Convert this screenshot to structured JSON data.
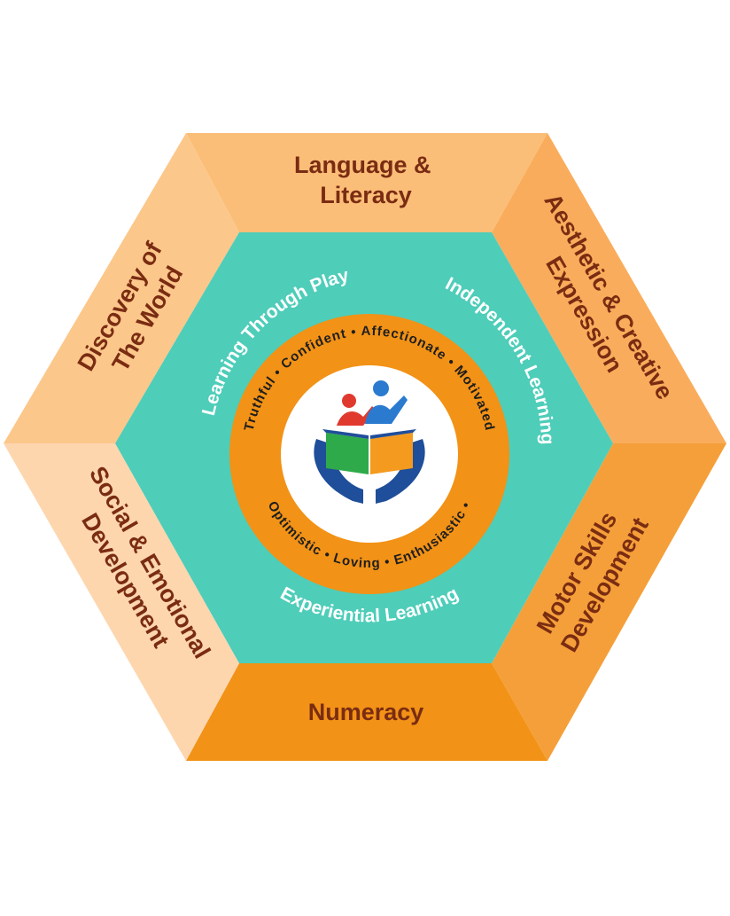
{
  "colors": {
    "label_text": "#7a2c12",
    "teal": "#4ecdb9",
    "orange_ring": "#f29216",
    "inner_text": "#1e1e1e",
    "segment_top": "#fbbe78",
    "segment_upper_right": "#f9ad5c",
    "segment_lower_right": "#f59f3a",
    "segment_bottom": "#f29216",
    "segment_lower_left": "#fdd6ae",
    "segment_upper_left": "#fcc78a"
  },
  "segments": {
    "top": {
      "line1": "Language &",
      "line2": "Literacy"
    },
    "upper_right": {
      "line1": "Aesthetic & Creative",
      "line2": "Expression"
    },
    "lower_right": {
      "line1": "Motor Skills",
      "line2": "Development"
    },
    "bottom": {
      "line1": "Numeracy"
    },
    "lower_left": {
      "line1": "Social & Emotional",
      "line2": "Development"
    },
    "upper_left": {
      "line1": "Discovery of",
      "line2": "The World"
    }
  },
  "learning_approaches": {
    "play": "Learning Through Play",
    "independent": "Independent Learning",
    "experiential": "Experiential Learning"
  },
  "qualities": {
    "upper": "Truthful • Confident • Affectionate • Motivated",
    "lower": "Optimistic • Loving • Enthusiastic •"
  },
  "logo": {
    "icon": "book-hands-children-logo"
  }
}
